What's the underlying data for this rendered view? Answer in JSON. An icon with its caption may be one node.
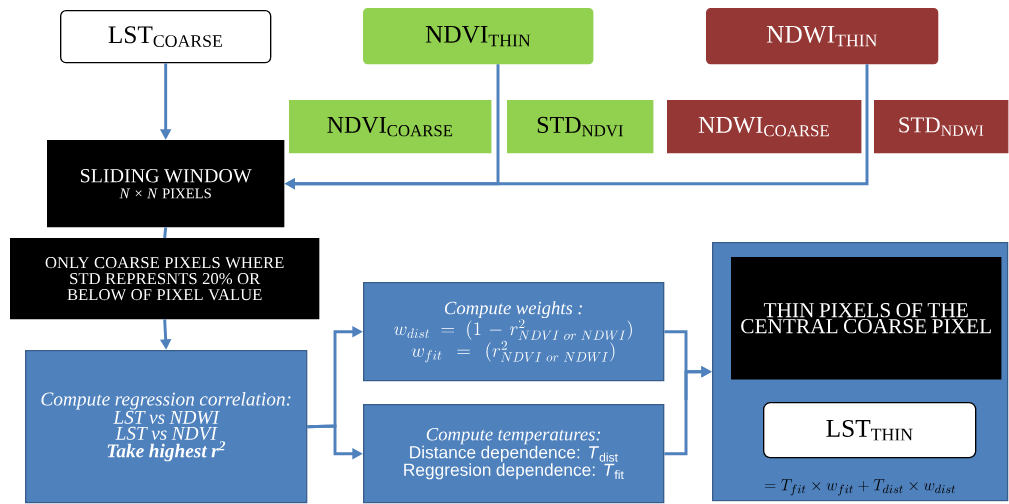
{
  "diagram": {
    "nodes": [
      {
        "text": [
          "LST$_{COARSE}$"
        ]
      },
      {
        "text": [
          "NDVI$_{THIN}$"
        ]
      },
      {
        "text": [
          "NDWI$_{THIN}$"
        ]
      },
      {
        "text": [
          "NDVI$_{COARSE}$"
        ]
      },
      {
        "text": [
          "STD$_{NDVI}$"
        ]
      },
      {
        "text": [
          "NDWI$_{COARSE}$"
        ]
      },
      {
        "text": [
          "STD$_{NDWI}$"
        ]
      },
      {
        "text": [
          "SLIDING WINDOW",
          "*N* × *N* PIXELS"
        ]
      },
      {
        "text": [
          "ONLY COARSE PIXELS WHERE STD REPRESNTS 20% OR BELOW OF PIXEL VALUE"
        ]
      },
      {
        "text": [
          "Compute regression correlation:",
          "LST vs NDWI",
          "LST vs NDVI",
          "Take highest r$^{2}$"
        ]
      },
      {
        "text": [
          "Compute weights :",
          "w_{dist} = (1 - r^{2}_{NDVI\\ or\\ NDWI})",
          "w_{fit} = (r^{2}_{NDVI\\ or\\ NDWI})"
        ]
      },
      {
        "text": [
          "Compute temperatures:",
          "Distance dependence: *T*$_{dist}$",
          "Reggresion dependence: *T*$_{fit}$"
        ]
      },
      {
        "text": [
          "= T_{fit} \\times w_{fit} + T_{dist} \\times w_{dist}"
        ]
      },
      {
        "text": [
          "THIN PIXELS OF THE CENTRAL COARSE PIXEL"
        ],
        "in": 12
      },
      {
        "text": [
          "LST$_{THIN}$"
        ],
        "in": 12
      }
    ],
    "edges": [
      {
        "from": 0,
        "to": 7,
        "arrow": "to"
      },
      {
        "from": 1,
        "to": 7,
        "arrow": "to"
      },
      {
        "from": 2,
        "to": 7,
        "arrow": "to"
      },
      {
        "from": 7,
        "to": 8,
        "arrow": "none"
      },
      {
        "from": 8,
        "to": 9,
        "arrow": "to"
      },
      {
        "from": 9,
        "to": 10,
        "arrow": "to"
      },
      {
        "from": 9,
        "to": 11,
        "arrow": "to"
      },
      {
        "from": 10,
        "to": 12,
        "arrow": "to"
      },
      {
        "from": 11,
        "to": 12,
        "arrow": "to"
      }
    ]
  }
}
